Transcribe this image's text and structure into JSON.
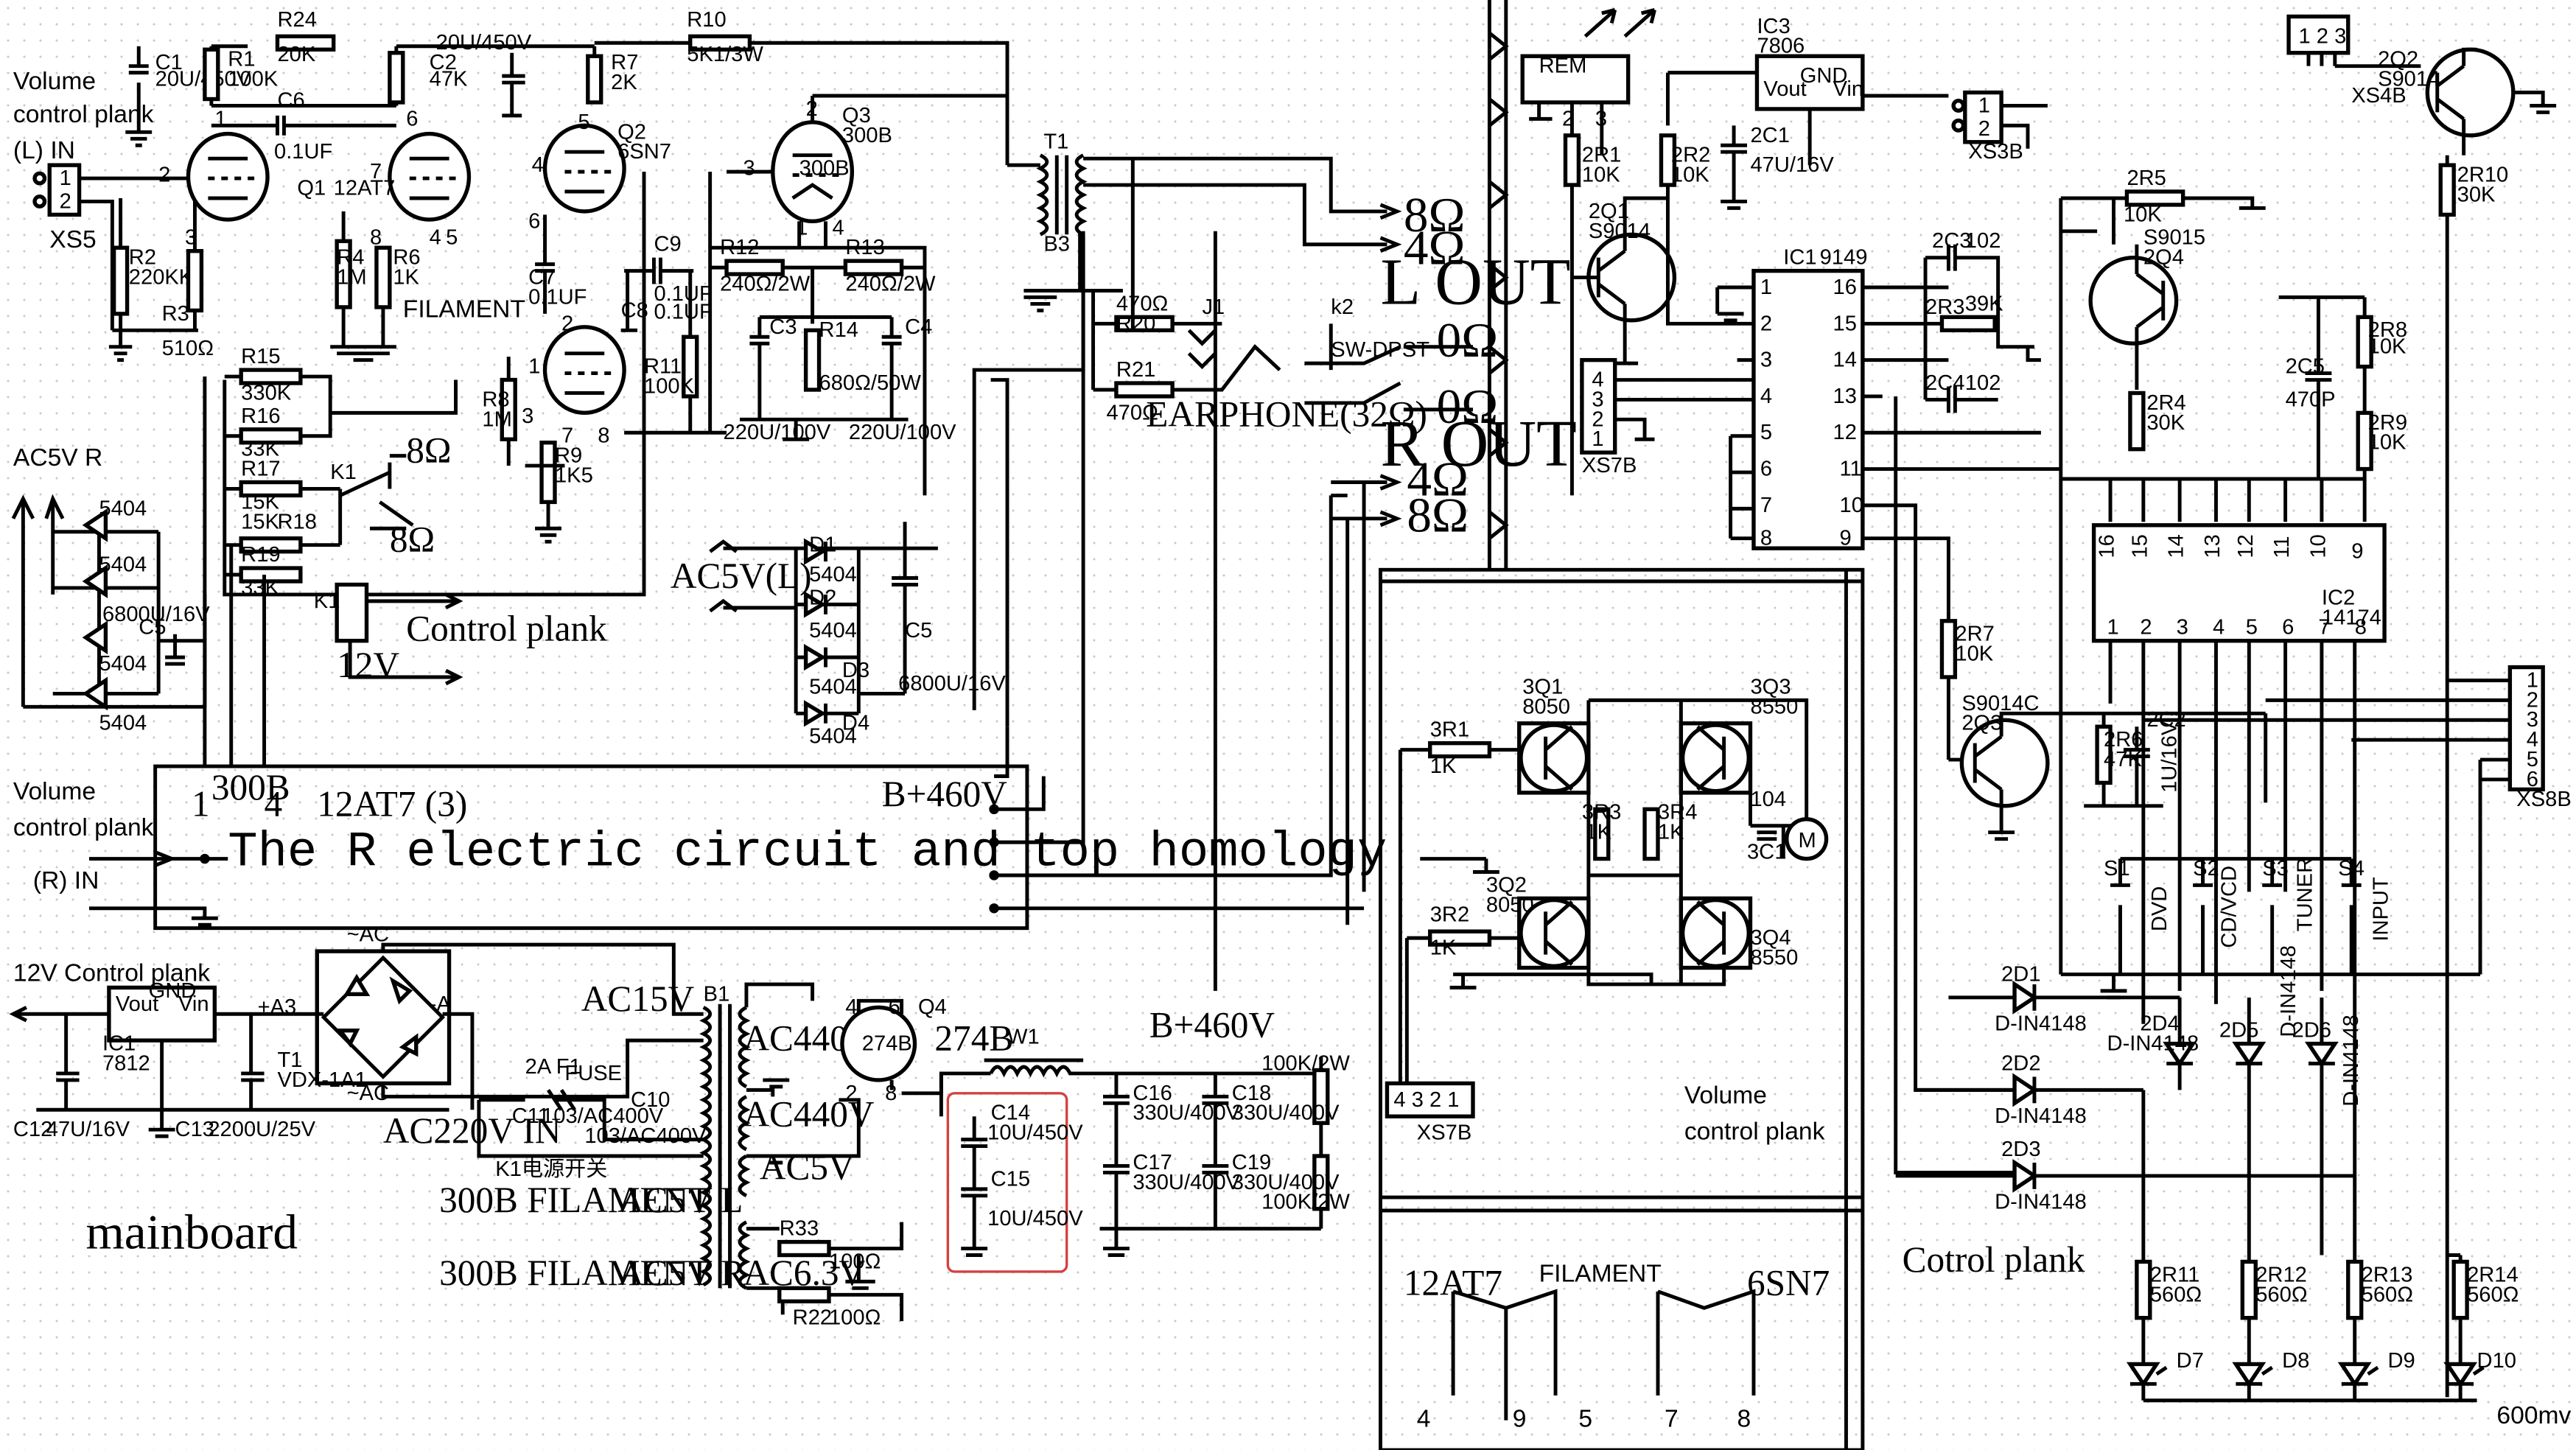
{
  "sections": {
    "volume_left": [
      "Volume",
      "control plank"
    ],
    "left_in": "(L) IN",
    "volume_right": [
      "Volume",
      "control plank"
    ],
    "right_in": "(R) IN",
    "right_note": "The R electric circuit and top homology",
    "r_block_tubes": [
      "1",
      "300B",
      "4",
      "12AT7 (3)"
    ],
    "b_plus_top": "B+460V",
    "b_plus_bottom": "B+460V",
    "mainboard": "mainboard",
    "control_plank_bottom": "Cotrol plank",
    "volume_bottom": [
      "Volume",
      "control plank"
    ],
    "filament_box": {
      "left": "12AT7",
      "mid": "FILAMENT",
      "right": "6SN7",
      "pins": [
        "4",
        "9",
        "5",
        "7",
        "8"
      ]
    },
    "out_600mv": "600mv"
  },
  "outputs": {
    "l_out": "L OUT",
    "r_out": "R OUT",
    "l_taps": [
      "8Ω",
      "4Ω",
      "0Ω"
    ],
    "r_taps": [
      "0Ω",
      "4Ω",
      "8Ω"
    ],
    "earphone": "EARPHONE(32Ω)",
    "switch": "SW-DPST",
    "k2": "k2",
    "j1": "J1"
  },
  "power": {
    "ac5v_r": "AC5V R",
    "ac5v_l": "AC5V(L)",
    "ac15v": "AC15V",
    "ac220v": "AC220V IN",
    "ac440v_1": "AC440V",
    "ac440v_2": "AC440V",
    "ac5v": "AC5V",
    "ac63v": "AC6.3V",
    "filament_300b_l": "300B FILAMENT",
    "filament_300b_r": "300B FILAMENT",
    "ac5v_l2": "AC5V L",
    "ac5v_r2": "AC5V R",
    "v12_control": "12V Control plank",
    "v12": "12V",
    "control_plank": "Control plank",
    "fuse": "FUSE",
    "fuse_rating": "2A F1",
    "k1_switch": "K1电源开关",
    "filament": "FILAMENT",
    "vac1": "~AC",
    "vac2": "~AC"
  },
  "tubes": {
    "q1": "Q1",
    "q1_type": "12AT7",
    "q2": "Q2",
    "q2_type": "6SN7",
    "q3": "Q3",
    "q3_type": "300B",
    "q3_body": "300B",
    "q4": "Q4",
    "q4_body": "274B",
    "q4_type": "274B"
  },
  "components_left": {
    "r24": [
      "R24",
      "20K"
    ],
    "r10": [
      "R10",
      "5K1/3W"
    ],
    "c1": [
      "C1",
      "20U/450V"
    ],
    "r1": [
      "R1",
      "100K"
    ],
    "c6": [
      "C6",
      "0.1UF"
    ],
    "c2": [
      "C2",
      "20U/450V",
      "47K"
    ],
    "r7": [
      "R7",
      "2K"
    ],
    "r2": [
      "R2",
      "220KK"
    ],
    "r3": [
      "R3",
      "510Ω"
    ],
    "r4": [
      "R4",
      "1M"
    ],
    "r6": [
      "R6",
      "1K"
    ],
    "c7": [
      "C7",
      "0.1UF"
    ],
    "c9": [
      "C9",
      "0.1UF",
      "0.1UF"
    ],
    "c8": "C8",
    "r12": [
      "R12",
      "240Ω/2W"
    ],
    "r13": [
      "R13",
      "240Ω/2W"
    ],
    "c3": "C3",
    "r14": [
      "R14",
      "680Ω/50W"
    ],
    "c4": "C4",
    "c3_val": "220U/100V",
    "c4_val": "220U/100V",
    "r11": [
      "R11",
      "100K"
    ],
    "r8": [
      "R8",
      "1M"
    ],
    "r9": [
      "R9",
      "1K5"
    ],
    "r15": [
      "R15",
      "330K"
    ],
    "r16": [
      "R16",
      "33K"
    ],
    "r17": [
      "R17",
      "15K"
    ],
    "r18": [
      "R18",
      "15K"
    ],
    "r19": [
      "R19",
      "33K"
    ],
    "k1": "K1",
    "k1b": "K1",
    "r20": [
      "R20",
      "470Ω"
    ],
    "r21": [
      "R21",
      "470Ω"
    ],
    "t1": "T1",
    "b3": "B3",
    "xs5": "XS5",
    "d5404": [
      "5404",
      "5404",
      "5404",
      "5404"
    ],
    "c5": [
      "C5",
      "6800U/16V"
    ],
    "d1": "D1",
    "d2": "D2",
    "d3": "D3",
    "d4": "D4",
    "d_lbl": [
      "5404",
      "5404",
      "5404",
      "5404"
    ],
    "c5b": [
      "C5",
      "6800U/16V"
    ],
    "ic1": [
      "IC1",
      "7812"
    ],
    "ic1_pins": [
      "Vout",
      "GND",
      "Vin"
    ],
    "a3": "+A3",
    "t1b": [
      "T1",
      "VDX-1A1"
    ],
    "minus_a": "-A",
    "c12": [
      "C12",
      "47U/16V"
    ],
    "c13": [
      "C13",
      "2200U/25V"
    ],
    "b1": "B1",
    "c10": "C10",
    "c11": [
      "C11",
      "103/AC400V",
      "103/AC400V"
    ],
    "w1": "W1",
    "c14": [
      "C14",
      "10U/450V"
    ],
    "c15": [
      "C15",
      "10U/450V"
    ],
    "c16": [
      "C16",
      "330U/400V"
    ],
    "c17": [
      "C17",
      "330U/400V"
    ],
    "c18": [
      "C18",
      "330U/400V"
    ],
    "c19": [
      "C19",
      "330U/400V"
    ],
    "r_bleed": [
      "100K/2W",
      "100K/2W"
    ],
    "r22": [
      "R22",
      "100Ω"
    ],
    "r33": [
      "R33",
      "100Ω"
    ]
  },
  "components_right": {
    "rem": "REM",
    "ic3": [
      "IC3",
      "7806"
    ],
    "ic3_pins": [
      "Vout",
      "GND",
      "Vin"
    ],
    "c21": [
      "2C1",
      "47U/16V"
    ],
    "r1": [
      "2R1",
      "10K"
    ],
    "r2": [
      "2R2",
      "10K"
    ],
    "q1": [
      "2Q1",
      "S9014"
    ],
    "xs3b": "XS3B",
    "xs4b": "XS4B",
    "q2": [
      "2Q2",
      "S9014"
    ],
    "r10": [
      "2R10",
      "30K"
    ],
    "ic1": [
      "IC1",
      "9149"
    ],
    "ic1_left": [
      "1",
      "2",
      "3",
      "4",
      "5",
      "6",
      "7",
      "8"
    ],
    "ic1_right": [
      "16",
      "15",
      "14",
      "13",
      "12",
      "11",
      "10",
      "9"
    ],
    "c3": [
      "2C3",
      "102"
    ],
    "r3": [
      "2R3",
      "39K"
    ],
    "c4": [
      "2C4",
      "102"
    ],
    "xs7b": "XS7B",
    "r5": [
      "2R5",
      "10K"
    ],
    "q4": [
      "S9015",
      "2Q4"
    ],
    "r4": [
      "2R4",
      "30K"
    ],
    "c5": [
      "2C5",
      "470P"
    ],
    "r8": [
      "2R8",
      "10K"
    ],
    "r9": [
      "2R9",
      "10K"
    ],
    "ic2": [
      "IC2",
      "14174"
    ],
    "ic2_top": [
      "16",
      "15",
      "14",
      "13",
      "12",
      "11",
      "10",
      "9"
    ],
    "ic2_bot": [
      "1",
      "2",
      "3",
      "4",
      "5",
      "6",
      "7",
      "8"
    ],
    "r7": [
      "2R7",
      "10K"
    ],
    "q3": [
      "S9014C",
      "2Q3"
    ],
    "r6": [
      "2R6",
      "47K"
    ],
    "c2": [
      "2C2",
      "1U/16V"
    ],
    "xs8b": "XS8B",
    "xs8_pins": [
      "1",
      "2",
      "3",
      "4",
      "5",
      "6"
    ],
    "s": [
      "S1",
      "S2",
      "S3",
      "S4"
    ],
    "s_lbl": [
      "DVD",
      "CD/VCD",
      "TUNER",
      "INPUT"
    ],
    "d1": [
      "2D1",
      "D-IN4148"
    ],
    "d2": [
      "2D2",
      "D-IN4148"
    ],
    "d3": [
      "2D3",
      "D-IN4148"
    ],
    "d4": [
      "2D4",
      "D-IN4148"
    ],
    "d5": [
      "2D5",
      "D-IN4148"
    ],
    "d6": [
      "2D6",
      "D-IN4148"
    ],
    "r11": [
      "2R11",
      "560Ω"
    ],
    "r12": [
      "2R12",
      "560Ω"
    ],
    "r13": [
      "2R13",
      "560Ω"
    ],
    "r14": [
      "2R14",
      "560Ω"
    ],
    "leds": [
      "D7",
      "D8",
      "D9",
      "D10"
    ]
  },
  "motor_drive": {
    "q1": [
      "3Q1",
      "8050"
    ],
    "q2": [
      "3Q2",
      "8050"
    ],
    "q3": [
      "3Q3",
      "8550"
    ],
    "q4": [
      "3Q4",
      "8550"
    ],
    "r1": [
      "3R1",
      "1K"
    ],
    "r2": [
      "3R2",
      "1K"
    ],
    "r3": [
      "3R3",
      "1K"
    ],
    "r4": [
      "3R4",
      "1K"
    ],
    "c1": [
      "3C1",
      "104"
    ],
    "motor": "M",
    "xs7b": "XS7B"
  }
}
